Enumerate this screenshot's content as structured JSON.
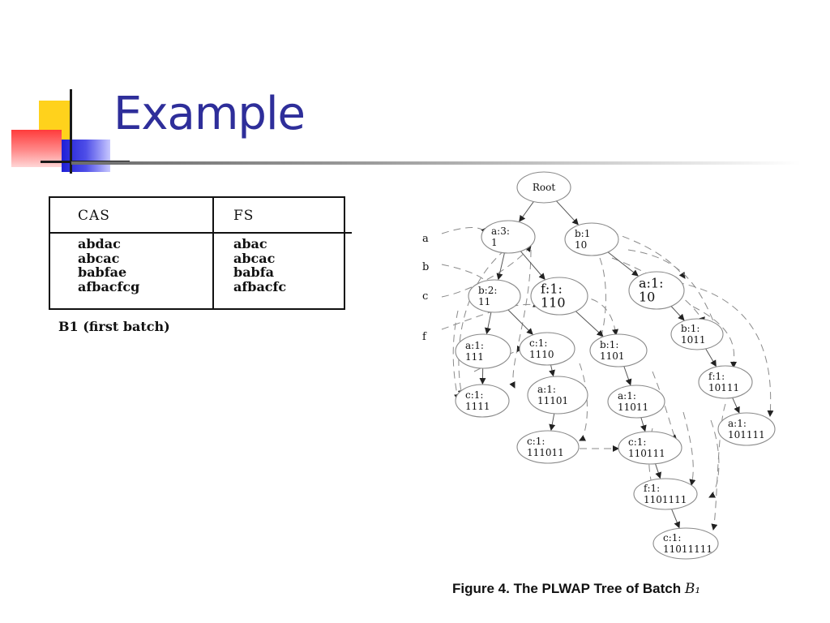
{
  "title": "Example",
  "table": {
    "headers": [
      "CAS",
      "FS"
    ],
    "cas_rows": [
      "abdac",
      "abcac",
      "babfae",
      "afbacfcg"
    ],
    "fs_rows": [
      "abac",
      "abcac",
      "babfa",
      "afbacfc"
    ],
    "caption": "B1 (first batch)"
  },
  "diagram": {
    "side_labels": [
      "a",
      "b",
      "c",
      "f"
    ],
    "nodes": [
      {
        "id": "root",
        "lines": [
          "Root"
        ]
      },
      {
        "id": "a3",
        "lines": [
          "a:3:",
          "1"
        ]
      },
      {
        "id": "b1_10",
        "lines": [
          "b:1",
          "10"
        ]
      },
      {
        "id": "b2_11",
        "lines": [
          "b:2:",
          "11"
        ]
      },
      {
        "id": "f1_110",
        "lines": [
          "f:1:",
          "110"
        ]
      },
      {
        "id": "a1_10",
        "lines": [
          "a:1:",
          "10"
        ]
      },
      {
        "id": "a1_111",
        "lines": [
          "a:1:",
          "111"
        ]
      },
      {
        "id": "c1_1110",
        "lines": [
          "c:1:",
          "1110"
        ]
      },
      {
        "id": "b1_1101",
        "lines": [
          "b:1:",
          "1101"
        ]
      },
      {
        "id": "b1_1011",
        "lines": [
          "b:1:",
          "1011"
        ]
      },
      {
        "id": "f1_10111",
        "lines": [
          "f:1:",
          "10111"
        ]
      },
      {
        "id": "c1_1111",
        "lines": [
          "c:1:",
          "1111"
        ]
      },
      {
        "id": "a1_11101",
        "lines": [
          "a:1:",
          "11101"
        ]
      },
      {
        "id": "a1_11011",
        "lines": [
          "a:1:",
          "11011"
        ]
      },
      {
        "id": "a1_101111",
        "lines": [
          "a:1:",
          "101111"
        ]
      },
      {
        "id": "c1_111011",
        "lines": [
          "c:1:",
          "111011"
        ]
      },
      {
        "id": "c1_110111",
        "lines": [
          "c:1:",
          "110111"
        ]
      },
      {
        "id": "f1_1101111",
        "lines": [
          "f:1:",
          "1101111"
        ]
      },
      {
        "id": "c1_11011111",
        "lines": [
          "c:1:",
          "11011111"
        ]
      }
    ],
    "edges": [
      [
        "root",
        "a3"
      ],
      [
        "root",
        "b1_10"
      ],
      [
        "a3",
        "b2_11"
      ],
      [
        "a3",
        "f1_110"
      ],
      [
        "b1_10",
        "a1_10"
      ],
      [
        "b2_11",
        "a1_111"
      ],
      [
        "b2_11",
        "c1_1110"
      ],
      [
        "f1_110",
        "b1_1101"
      ],
      [
        "a1_10",
        "b1_1011"
      ],
      [
        "a1_111",
        "c1_1111"
      ],
      [
        "c1_1110",
        "a1_11101"
      ],
      [
        "b1_1101",
        "a1_11011"
      ],
      [
        "b1_1011",
        "f1_10111"
      ],
      [
        "f1_10111",
        "a1_101111"
      ],
      [
        "a1_11101",
        "c1_111011"
      ],
      [
        "a1_11011",
        "c1_110111"
      ],
      [
        "c1_110111",
        "f1_1101111"
      ],
      [
        "f1_1101111",
        "c1_11011111"
      ]
    ]
  },
  "figure_caption": {
    "text": "Figure 4. The PLWAP Tree of Batch ",
    "math": "B₁"
  }
}
